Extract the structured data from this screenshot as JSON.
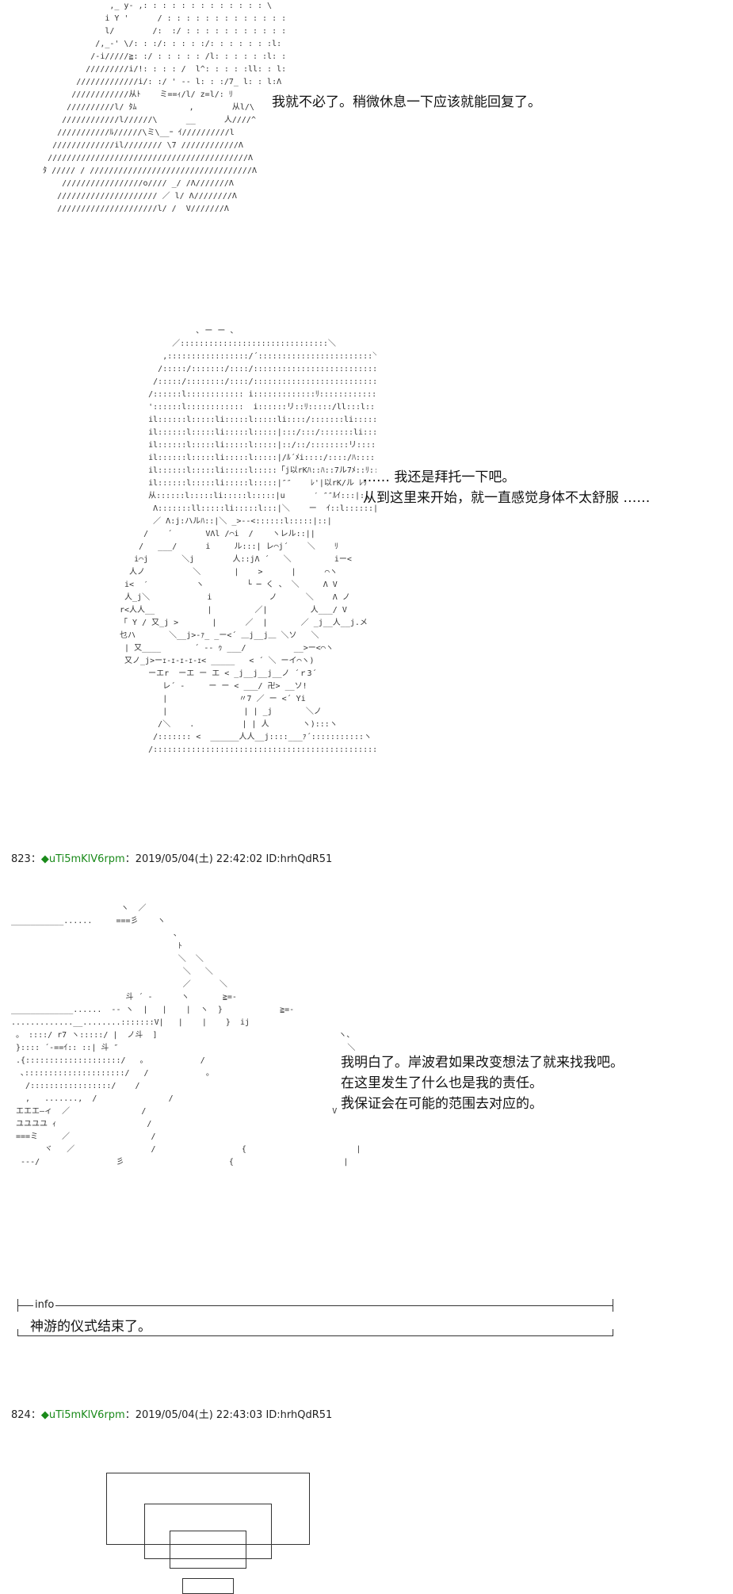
{
  "scene1": {
    "dialogue": "我就不必了。稍微休息一下应该就能回复了。"
  },
  "scene2": {
    "dialogue_line1": "…… 我还是拜托一下吧。",
    "dialogue_line2": "从到这里来开始，就一直感觉身体不太舒服 ……"
  },
  "post823": {
    "number": "823：",
    "trip": "◆uTi5mKlV6rpm",
    "meta": "：2019/05/04(土) 22:42:02 ID:hrhQdR51"
  },
  "scene3": {
    "dialogue_line1": "我明白了。岸波君如果改变想法了就来找我吧。",
    "dialogue_line2": "在这里发生了什么也是我的责任。",
    "dialogue_line3": "我保证会在可能的范围去对应的。"
  },
  "info": {
    "label": "info",
    "text": "神游的仪式结束了。"
  },
  "post824": {
    "number": "824：",
    "trip": "◆uTi5mKlV6rpm",
    "meta": "：2019/05/04(土) 22:43:03 ID:hrhQdR51"
  }
}
